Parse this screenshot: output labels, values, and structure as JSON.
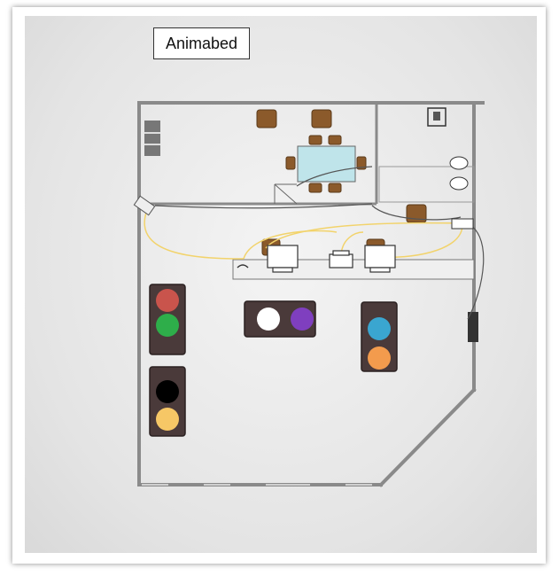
{
  "title": "Animabed",
  "colors": {
    "wall": "#8a8a8a",
    "wire": "#f2d36b",
    "wire_dark": "#555555",
    "traffic_body": "#4a3a3a",
    "light_red": "#c9544c",
    "light_green": "#2eae4a",
    "light_black": "#000000",
    "light_yellow": "#f6c766",
    "light_white": "#ffffff",
    "light_purple": "#7f3fbf",
    "light_blue": "#3aa6d0",
    "light_orange": "#f39b4d",
    "chair": "#8b5a2b",
    "table": "#bfe4ea"
  },
  "traffic_lights": [
    {
      "name": "light-1",
      "orientation": "vertical",
      "colors": [
        "red",
        "green"
      ]
    },
    {
      "name": "light-2",
      "orientation": "vertical",
      "colors": [
        "black",
        "yellow"
      ]
    },
    {
      "name": "light-3",
      "orientation": "horizontal",
      "colors": [
        "white",
        "purple"
      ]
    },
    {
      "name": "light-4",
      "orientation": "vertical",
      "colors": [
        "blue",
        "orange"
      ]
    }
  ]
}
